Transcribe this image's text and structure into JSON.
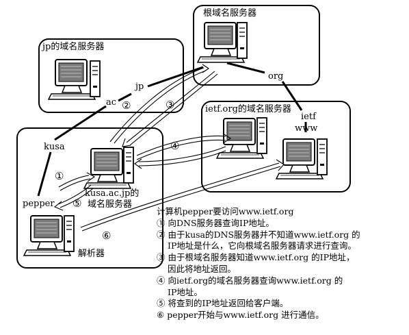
{
  "labels": {
    "root_server": "根域名服务器",
    "jp_server": "jp的域名服务器",
    "ietf_server": "ietf.org的域名服务器",
    "kusa_server_line1": "kusa.ac.jp的",
    "kusa_server_line2": "域名服务器",
    "resolver": "解析器",
    "node_jp": "jp",
    "node_ac": "ac",
    "node_kusa": "kusa",
    "node_pepper": "pepper",
    "node_org": "org",
    "node_ietf": "ietf",
    "node_www": "www"
  },
  "steps": {
    "s1": "①",
    "s2": "②",
    "s3": "③",
    "s4": "④",
    "s5": "⑤",
    "s6": "⑥"
  },
  "description": {
    "title": "计算机pepper要访问www.ietf.org",
    "items": [
      {
        "num": "①",
        "text": "向DNS服务器查询IP地址。",
        "cont": ""
      },
      {
        "num": "②",
        "text": "由于kusa的DNS服务器并不知道www.ietf.org 的",
        "cont": "IP地址是什么，它向根域名服务器请求进行查询。"
      },
      {
        "num": "③",
        "text": "由于根域名服务器知道www.ietf.org 的IP地址，",
        "cont": "因此将地址返回。"
      },
      {
        "num": "④",
        "text": "向ietf.org的域名服务器查询www.ietf.org 的",
        "cont": "IP地址。"
      },
      {
        "num": "⑤",
        "text": "将查到的IP地址返回给客户端。",
        "cont": ""
      },
      {
        "num": "⑥",
        "text": "pepper开始与www.ietf.org  进行通信。",
        "cont": ""
      }
    ]
  }
}
